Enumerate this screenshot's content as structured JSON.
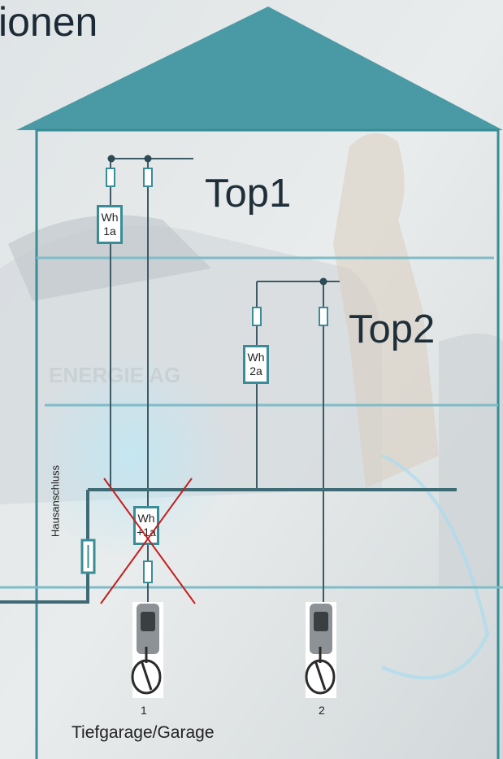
{
  "title": {
    "text": "ionen"
  },
  "labels": {
    "top1": "Top1",
    "top2": "Top2",
    "hausanschluss": "Hausanschluss",
    "garage": "Tiefgarage/Garage",
    "charger_1": "1",
    "charger_2": "2"
  },
  "meters": {
    "m1a": {
      "line1": "Wh",
      "line2": "1a"
    },
    "m2a": {
      "line1": "Wh",
      "line2": "2a"
    },
    "mx1a": {
      "line1": "Wh",
      "line2": "+1a",
      "crossed_out": true
    }
  },
  "background_brand_text": "ENERGIE AG",
  "colors": {
    "house_outline": "#3a8c96",
    "roof_fill": "#4a9aa6",
    "wires": "#3d5a66",
    "floor_lines": "#7fbcc8",
    "cross": "#c42020"
  }
}
